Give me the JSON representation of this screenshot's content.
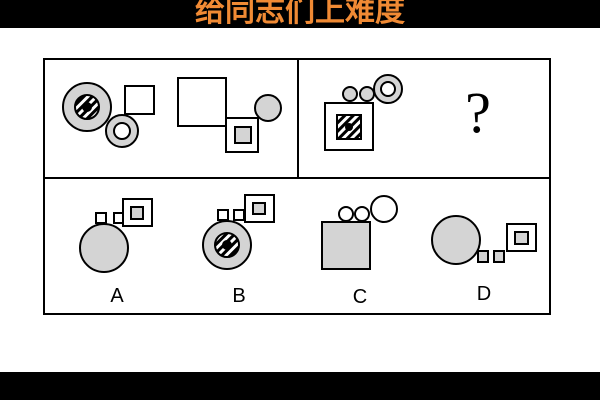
{
  "header": {
    "title": "给同志们上难度"
  },
  "puzzle": {
    "question_mark": "?",
    "options": [
      {
        "label": "A"
      },
      {
        "label": "B"
      },
      {
        "label": "C"
      },
      {
        "label": "D"
      }
    ],
    "colors": {
      "fill_gray": "#d4d4d4",
      "stroke": "#000000",
      "title": "#f08a34"
    }
  }
}
